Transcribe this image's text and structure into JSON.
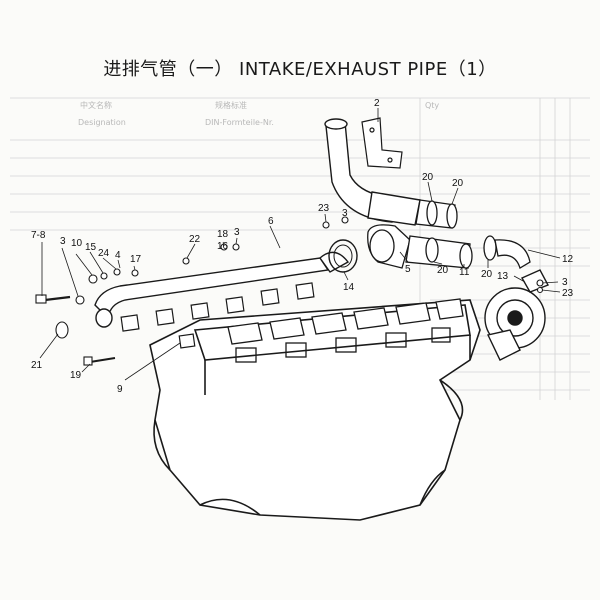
{
  "page": {
    "title": "进排气管（一） INTAKE/EXHAUST PIPE（1）"
  },
  "table_ghost": {
    "col_chinese_name": "中文名称",
    "col_designation": "Designation",
    "col_standard": "规格标准",
    "col_din": "DIN-Formteile-Nr.",
    "col_qty": "Qty"
  },
  "callouts": [
    {
      "id": "c-7-8",
      "label": "7-8"
    },
    {
      "id": "c-3a",
      "label": "3"
    },
    {
      "id": "c-10",
      "label": "10"
    },
    {
      "id": "c-15",
      "label": "15"
    },
    {
      "id": "c-24",
      "label": "24"
    },
    {
      "id": "c-4",
      "label": "4"
    },
    {
      "id": "c-17",
      "label": "17"
    },
    {
      "id": "c-22",
      "label": "22"
    },
    {
      "id": "c-18",
      "label": "18"
    },
    {
      "id": "c-16",
      "label": "16"
    },
    {
      "id": "c-3b",
      "label": "3"
    },
    {
      "id": "c-6",
      "label": "6"
    },
    {
      "id": "c-23a",
      "label": "23"
    },
    {
      "id": "c-3c",
      "label": "3"
    },
    {
      "id": "c-2",
      "label": "2"
    },
    {
      "id": "c-20a",
      "label": "20"
    },
    {
      "id": "c-20b",
      "label": "20"
    },
    {
      "id": "c-14",
      "label": "14"
    },
    {
      "id": "c-5",
      "label": "5"
    },
    {
      "id": "c-20c",
      "label": "20"
    },
    {
      "id": "c-11",
      "label": "11"
    },
    {
      "id": "c-20d",
      "label": "20"
    },
    {
      "id": "c-13",
      "label": "13"
    },
    {
      "id": "c-12",
      "label": "12"
    },
    {
      "id": "c-3d",
      "label": "3"
    },
    {
      "id": "c-23b",
      "label": "23"
    },
    {
      "id": "c-21",
      "label": "21"
    },
    {
      "id": "c-19",
      "label": "19"
    },
    {
      "id": "c-9",
      "label": "9"
    }
  ]
}
